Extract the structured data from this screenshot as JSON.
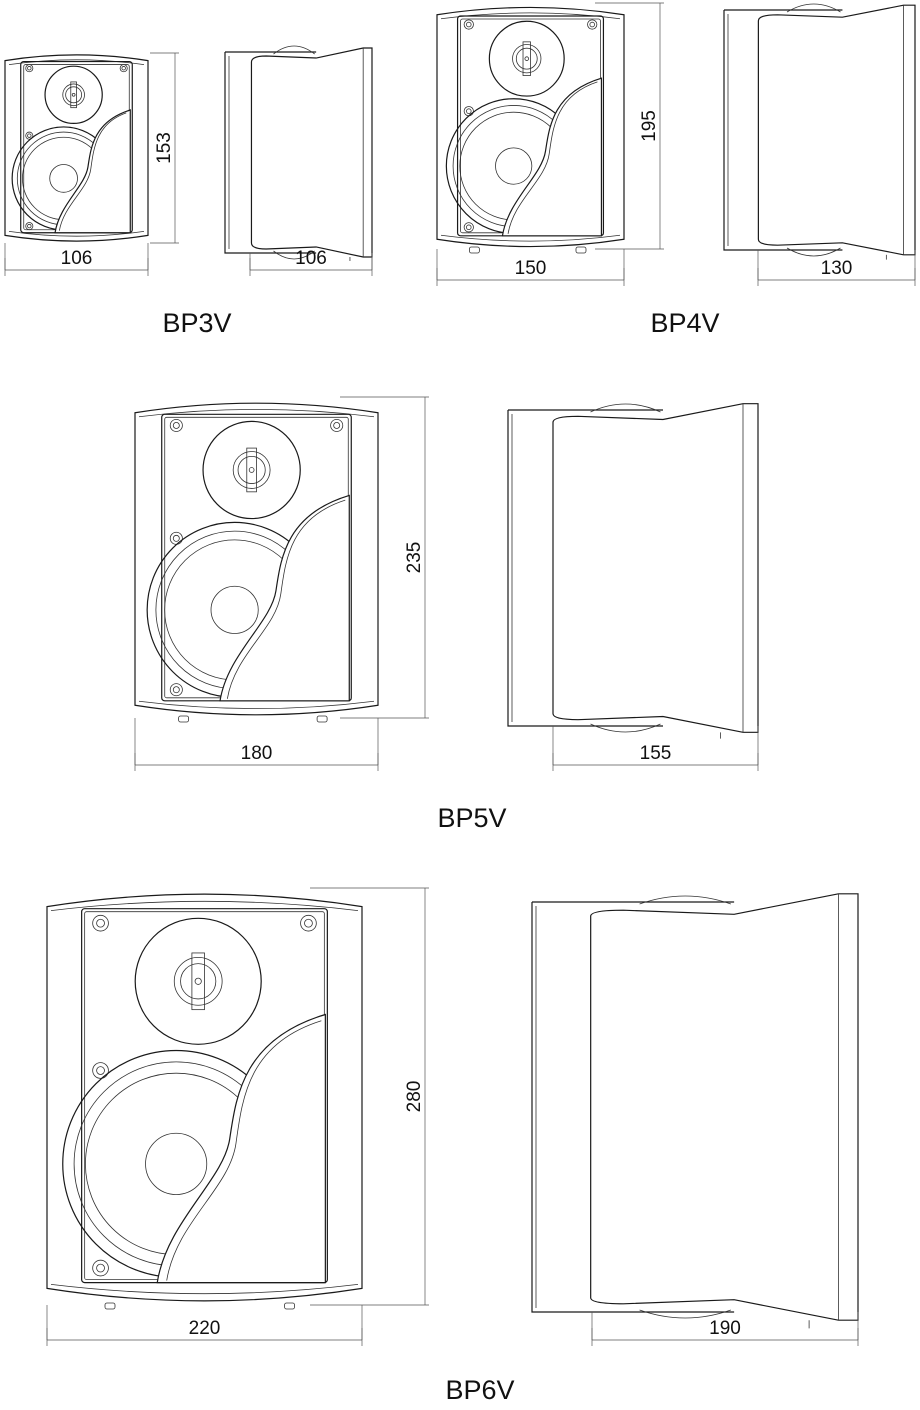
{
  "models": [
    {
      "name": "BP3V",
      "width_label": "106",
      "height_label": "153",
      "depth_label": "106"
    },
    {
      "name": "BP4V",
      "width_label": "150",
      "height_label": "195",
      "depth_label": "130"
    },
    {
      "name": "BP5V",
      "width_label": "180",
      "height_label": "235",
      "depth_label": "155"
    },
    {
      "name": "BP6V",
      "width_label": "220",
      "height_label": "280",
      "depth_label": "190"
    }
  ]
}
